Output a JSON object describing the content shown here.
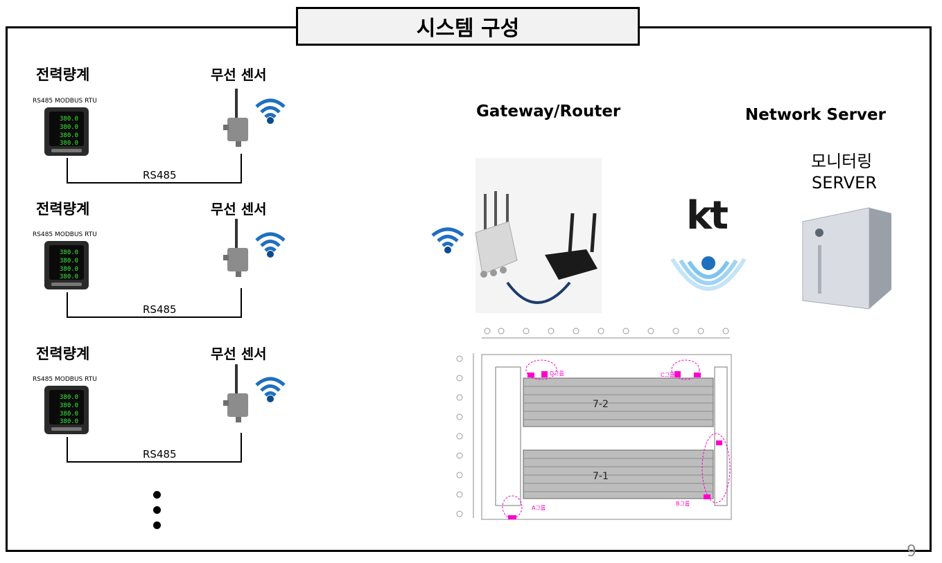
{
  "title": "시스템 구성",
  "rows": [
    {
      "meter_label": "전력량계",
      "protocol": "RS485  MODBUS  RTU",
      "sensor_label": "무선  센서",
      "link_label": "RS485",
      "readings": [
        "380.0",
        "380.0",
        "380.0",
        "380.0"
      ]
    },
    {
      "meter_label": "전력량계",
      "protocol": "RS485  MODBUS  RTU",
      "sensor_label": "무선  센서",
      "link_label": "RS485",
      "readings": [
        "380.0",
        "380.0",
        "380.0",
        "380.0"
      ]
    },
    {
      "meter_label": "전력량계",
      "protocol": "RS485  MODBUS  RTU",
      "sensor_label": "무선  센서",
      "link_label": "RS485",
      "readings": [
        "380.0",
        "380.0",
        "380.0",
        "380.0"
      ]
    }
  ],
  "gateway": {
    "title": "Gateway/Router"
  },
  "network": {
    "title": "Network Server",
    "logo": "kt"
  },
  "server": {
    "line1": "모니터링",
    "line2": "SERVER"
  },
  "floorplan": {
    "halls": [
      "7-2",
      "7-1"
    ],
    "groups": [
      "A그룹",
      "B그룹",
      "C그룹",
      "D그룹"
    ],
    "marker_color": "#ff00cc"
  },
  "page_number": "9",
  "icons": {
    "wifi": "wifi-signal-icon",
    "meter": "power-meter-icon",
    "sensor": "wireless-sensor-icon",
    "server": "server-tower-icon"
  }
}
